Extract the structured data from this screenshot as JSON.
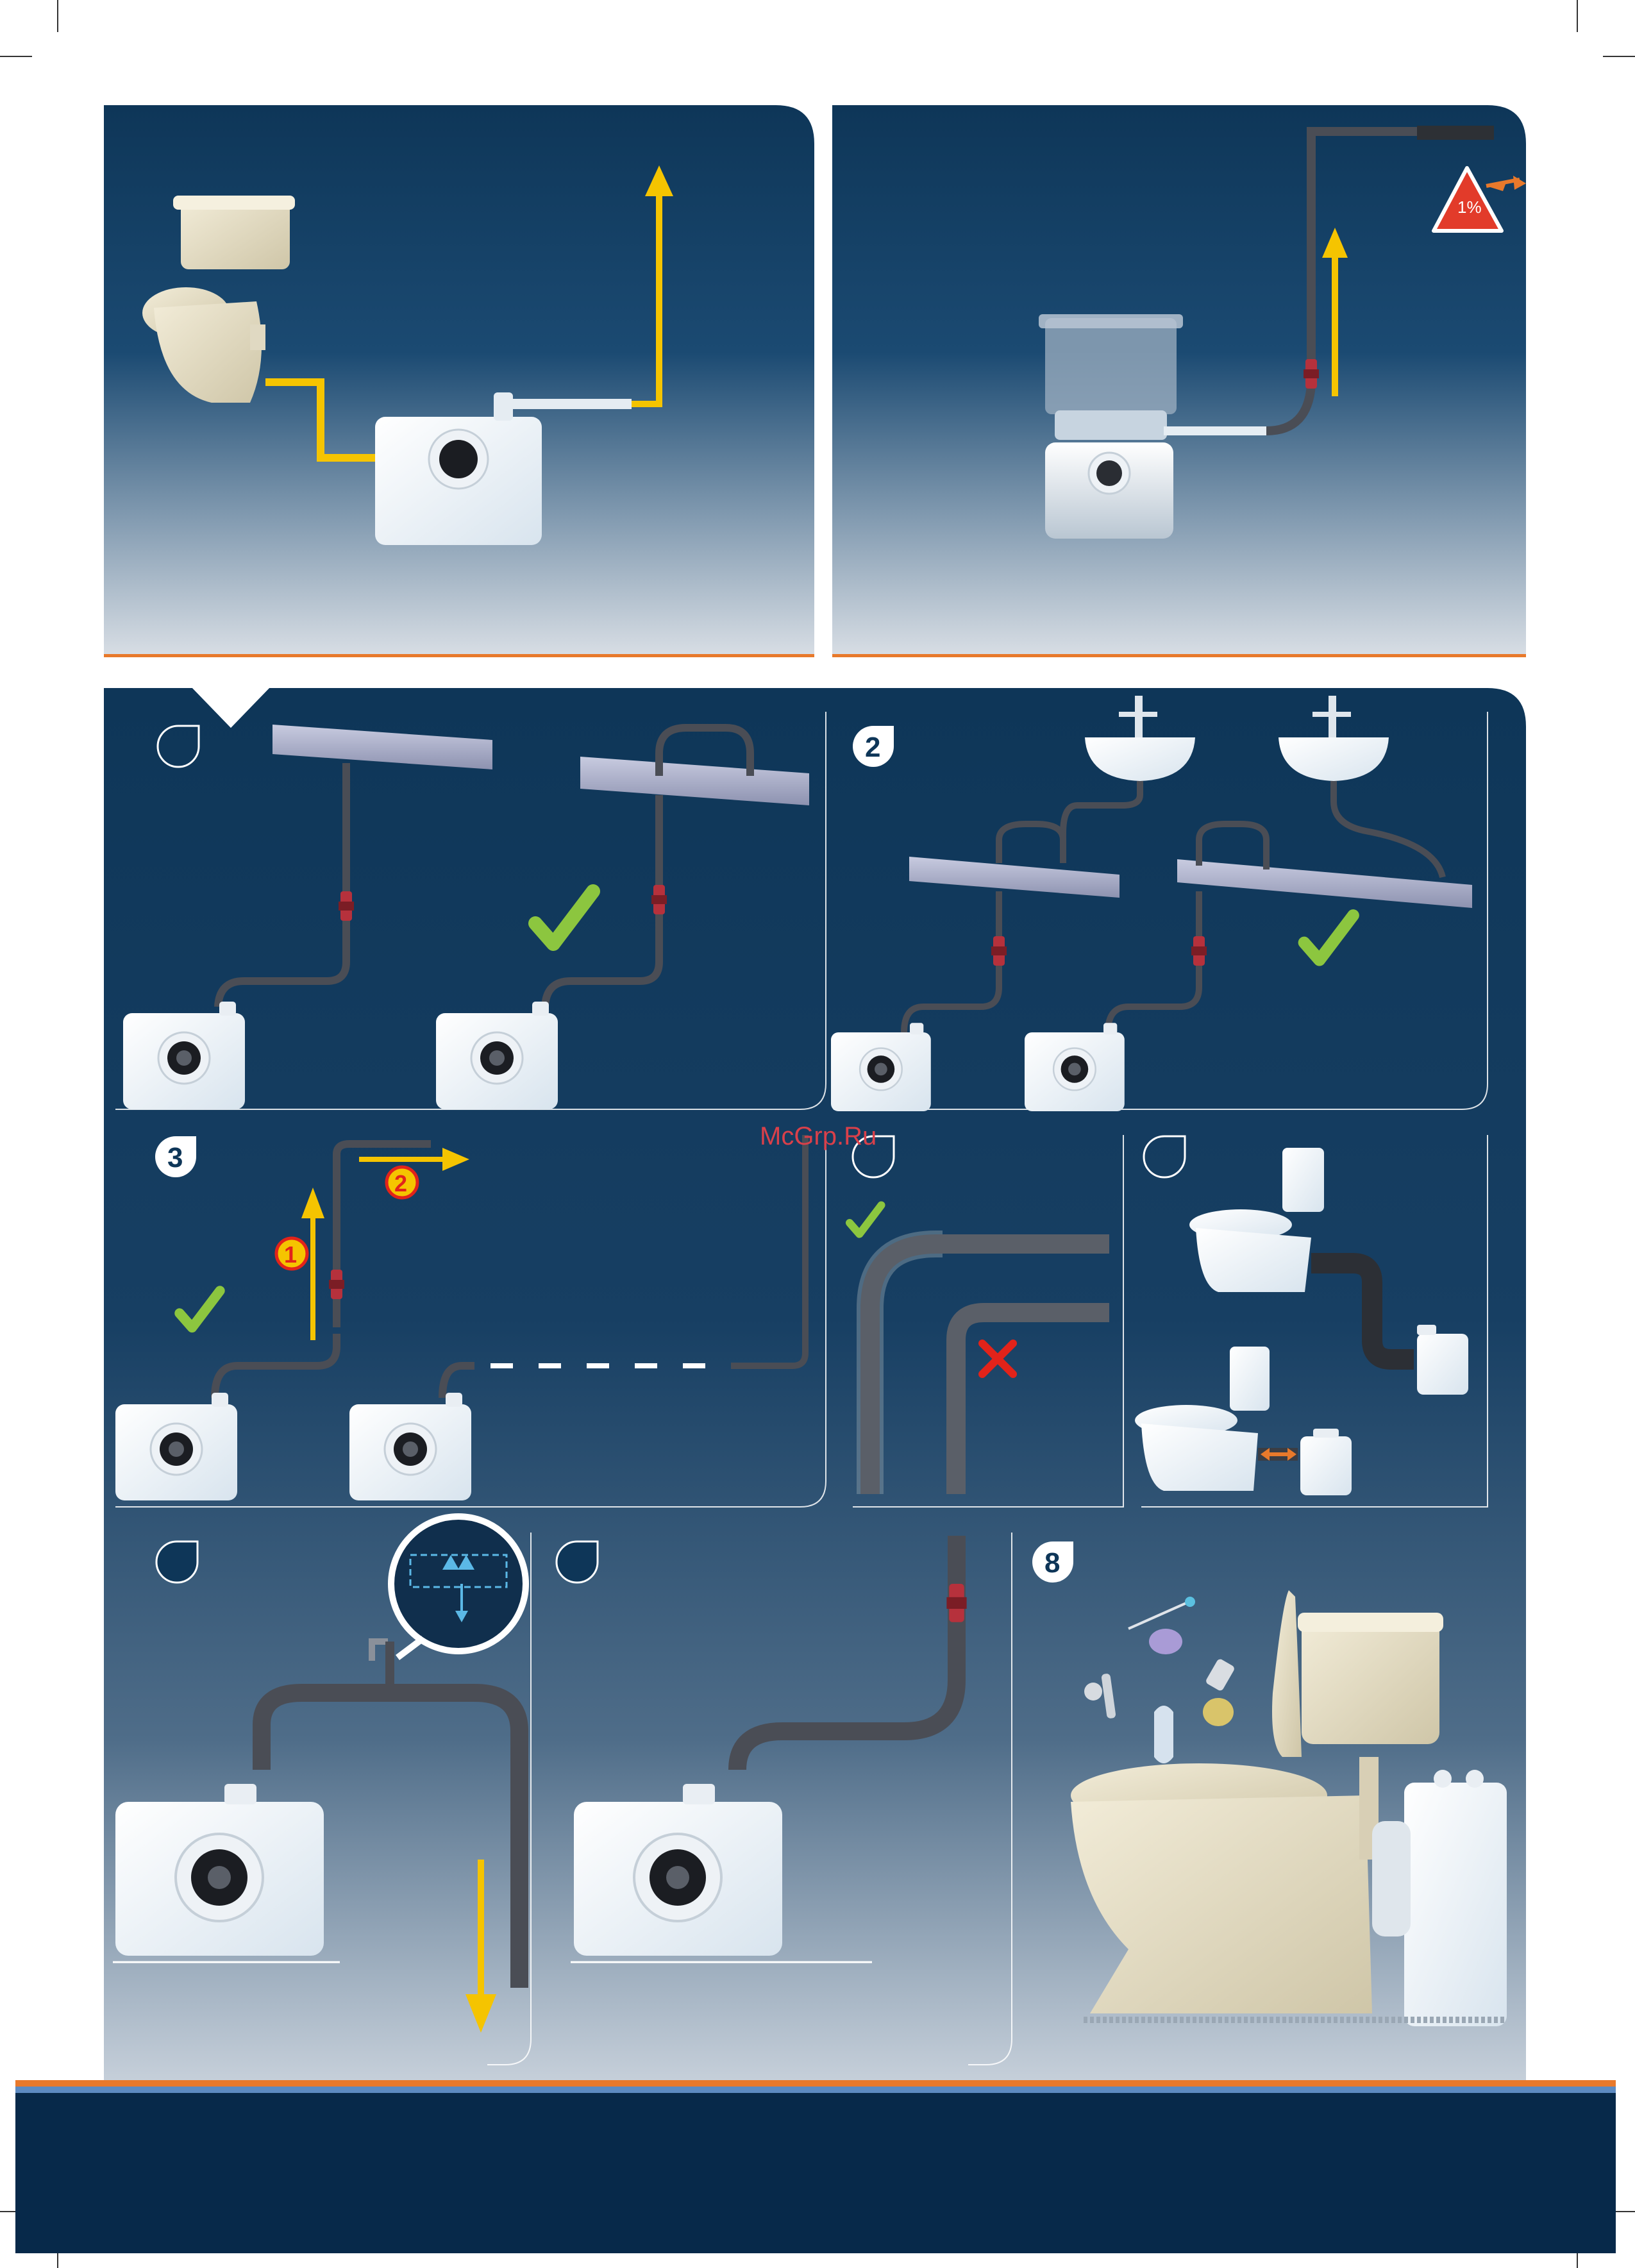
{
  "watermark": "McGrp.Ru",
  "slope": {
    "label": "1%"
  },
  "steps": [
    {
      "badge": "",
      "name": "step-1"
    },
    {
      "badge": "2",
      "name": "step-2"
    },
    {
      "badge": "3",
      "name": "step-3"
    },
    {
      "badge": "",
      "name": "step-4"
    },
    {
      "badge": "",
      "name": "step-5"
    },
    {
      "badge": "",
      "name": "step-6"
    },
    {
      "badge": "",
      "name": "step-7"
    },
    {
      "badge": "8",
      "name": "step-8"
    }
  ],
  "step3": {
    "callout_1": "1",
    "callout_2": "2"
  },
  "colors": {
    "navy": "#0e3658",
    "navy_dark": "#07294a",
    "orange": "#e8792b",
    "yellow": "#f5c400",
    "check_green": "#8cc63f",
    "cross_red": "#e2231a",
    "pipe_grey": "#4a4d55"
  }
}
